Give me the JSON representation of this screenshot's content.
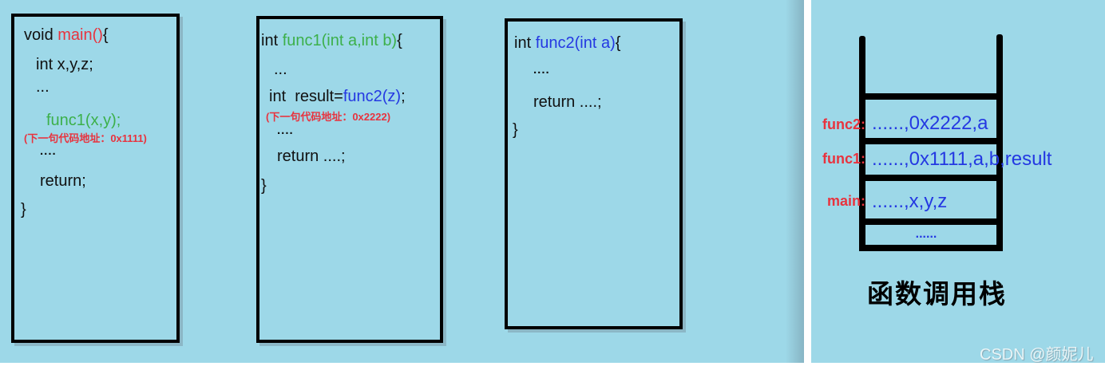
{
  "box1": {
    "l1_void": "void ",
    "l1_main": "main()",
    "l1_brace": "{",
    "l2": "int x,y,z;",
    "l3": "...",
    "l4": "func1(x,y);",
    "l5": "(下一句代码地址：0x1111)",
    "l6": "....",
    "l7": "return;",
    "l8": "}"
  },
  "box2": {
    "l1_int": "int ",
    "l1_sig": "func1(int a,int b)",
    "l1_brace": "{",
    "l2": "...",
    "l3_pre": "int  result=",
    "l3_call": "func2(z)",
    "l3_semi": ";",
    "l4": "(下一句代码地址：0x2222)",
    "l5": "....",
    "l6": "return ....;",
    "l7": "}"
  },
  "box3": {
    "l1_int": "int ",
    "l1_sig": "func2(int a)",
    "l1_brace": "{",
    "l2": "....",
    "l3": "return ....;",
    "l4": "}"
  },
  "stack": {
    "title": "函数调用栈",
    "frames": [
      {
        "label": "func2:",
        "content": "......,0x2222,a"
      },
      {
        "label": "func1:",
        "content": "......,0x1111,a,b,result"
      },
      {
        "label": "main:",
        "content": "......,x,y,z"
      },
      {
        "label": "",
        "content": "......"
      }
    ]
  },
  "watermark": "CSDN @颜妮儿",
  "colors": {
    "background": "#9dd8e8",
    "code_text": "#111111",
    "red": "#e8333e",
    "green": "#3cb04a",
    "blue": "#2438e2",
    "ladder": "#000000",
    "divider": "#ffffff"
  }
}
